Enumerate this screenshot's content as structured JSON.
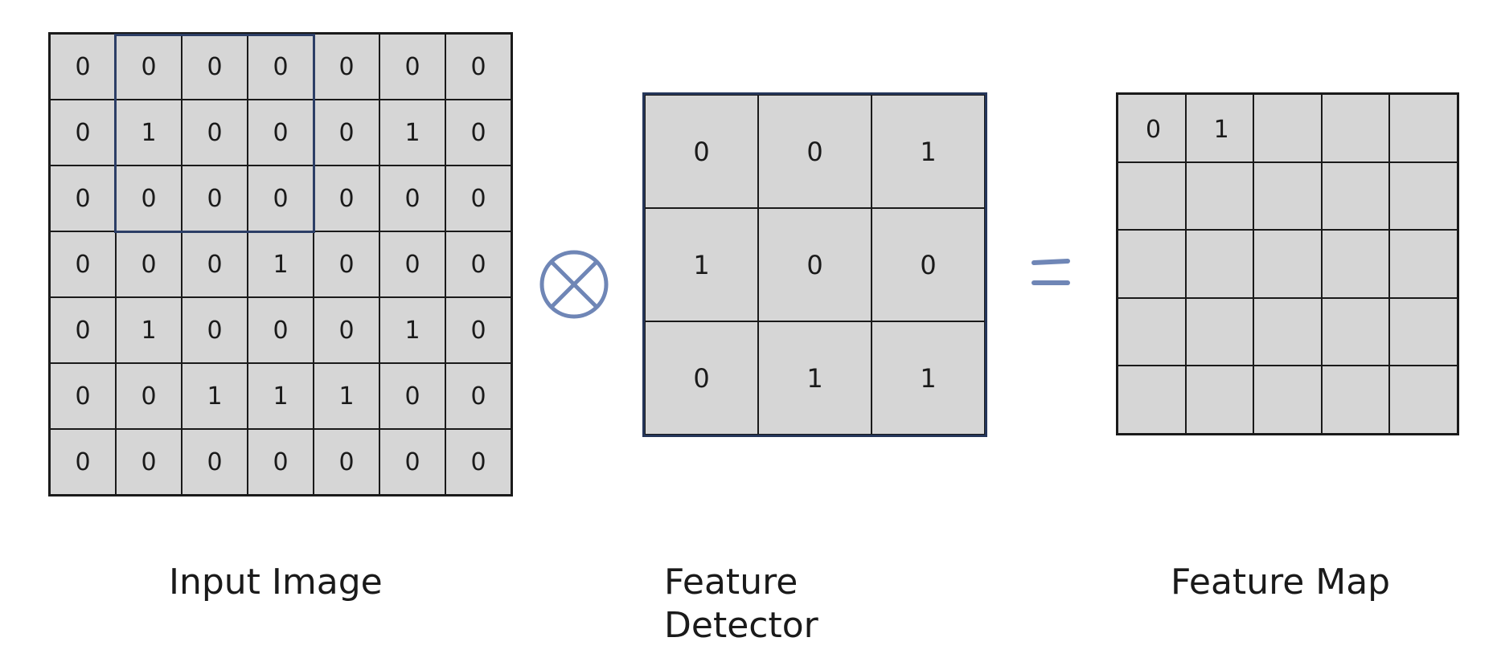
{
  "input_image": {
    "label": "Input Image",
    "cells": [
      [
        "0",
        "0",
        "0",
        "0",
        "0",
        "0",
        "0"
      ],
      [
        "0",
        "1",
        "0",
        "0",
        "0",
        "1",
        "0"
      ],
      [
        "0",
        "0",
        "0",
        "0",
        "0",
        "0",
        "0"
      ],
      [
        "0",
        "0",
        "0",
        "1",
        "0",
        "0",
        "0"
      ],
      [
        "0",
        "1",
        "0",
        "0",
        "0",
        "1",
        "0"
      ],
      [
        "0",
        "0",
        "1",
        "1",
        "1",
        "0",
        "0"
      ],
      [
        "0",
        "0",
        "0",
        "0",
        "0",
        "0",
        "0"
      ]
    ],
    "highlight_window": {
      "row": 0,
      "col": 1,
      "size": 3
    }
  },
  "feature_detector": {
    "label": "Feature Detector",
    "cells": [
      [
        "0",
        "0",
        "1"
      ],
      [
        "1",
        "0",
        "0"
      ],
      [
        "0",
        "1",
        "1"
      ]
    ]
  },
  "feature_map": {
    "label": "Feature Map",
    "cells": [
      [
        "0",
        "1",
        "",
        "",
        ""
      ],
      [
        "",
        "",
        "",
        "",
        ""
      ],
      [
        "",
        "",
        "",
        "",
        ""
      ],
      [
        "",
        "",
        "",
        "",
        ""
      ],
      [
        "",
        "",
        "",
        "",
        ""
      ]
    ]
  },
  "operators": {
    "convolution_icon": "otimes-icon",
    "equals_icon": "equals-icon",
    "accent_color": "#6f86b6"
  },
  "colors": {
    "cell_fill": "#d6d6d6",
    "grid_line": "#1a1a1a",
    "highlight_border": "#2c3e66"
  }
}
